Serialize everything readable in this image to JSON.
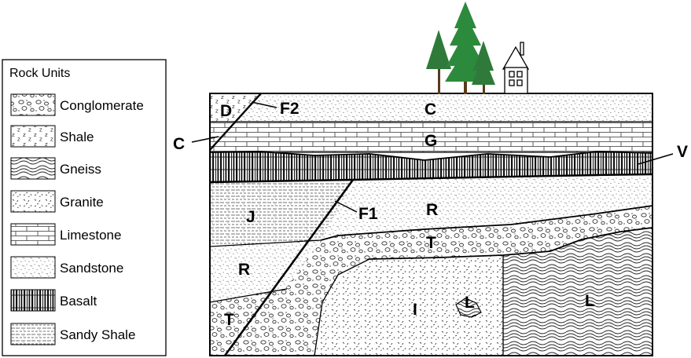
{
  "legend": {
    "title": "Rock Units",
    "items": [
      {
        "key": "conglomerate",
        "label": "Conglomerate"
      },
      {
        "key": "shale",
        "label": "Shale"
      },
      {
        "key": "gneiss",
        "label": "Gneiss"
      },
      {
        "key": "granite",
        "label": "Granite"
      },
      {
        "key": "limestone",
        "label": "Limestone"
      },
      {
        "key": "sandstone",
        "label": "Sandstone"
      },
      {
        "key": "basalt",
        "label": "Basalt"
      },
      {
        "key": "sandy_shale",
        "label": "Sandy Shale"
      }
    ]
  },
  "cross_section": {
    "unit_labels": {
      "C": "C",
      "D": "D",
      "G": "G",
      "V": "V",
      "J": "J",
      "R": "R",
      "T": "T",
      "I": "I",
      "L": "L"
    },
    "fault_labels": {
      "F1": "F1",
      "F2": "F2"
    },
    "contact_label": "C"
  },
  "surface_features": [
    {
      "name": "tree",
      "icon": "pine-tree-icon"
    },
    {
      "name": "house",
      "icon": "house-icon"
    }
  ]
}
